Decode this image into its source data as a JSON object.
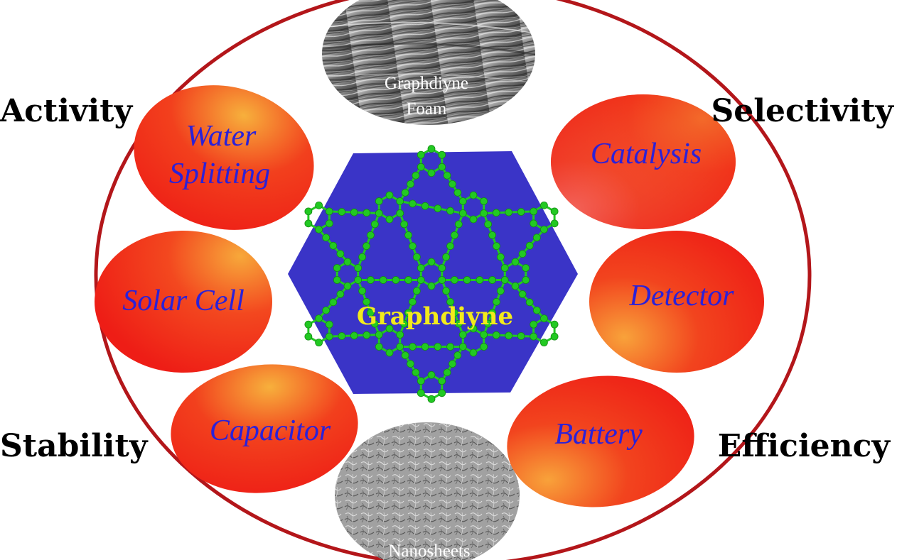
{
  "diagram": {
    "center": {
      "label": "Graphdiyne",
      "hexagon_color": "#3a34c7",
      "lattice_color": "#22c922",
      "label_color": "#f2ea1c"
    },
    "outer_ring_color": "#b3161a",
    "corner_labels": {
      "top_left": "Activity",
      "top_right": "Selectivity",
      "bottom_left": "Stability",
      "bottom_right": "Efficiency"
    },
    "applications": {
      "water_splitting": [
        "Water",
        "Splitting"
      ],
      "catalysis": "Catalysis",
      "solar_cell": "Solar Cell",
      "detector": "Detector",
      "capacitor": "Capacitor",
      "battery": "Battery"
    },
    "application_colors": {
      "base": "#f02018",
      "highlight": "#f7a83a",
      "text": "#2b21d8"
    },
    "morphologies": {
      "foam": [
        "Graphdiyne",
        "Foam"
      ],
      "nanosheets": "Nanosheets"
    }
  }
}
